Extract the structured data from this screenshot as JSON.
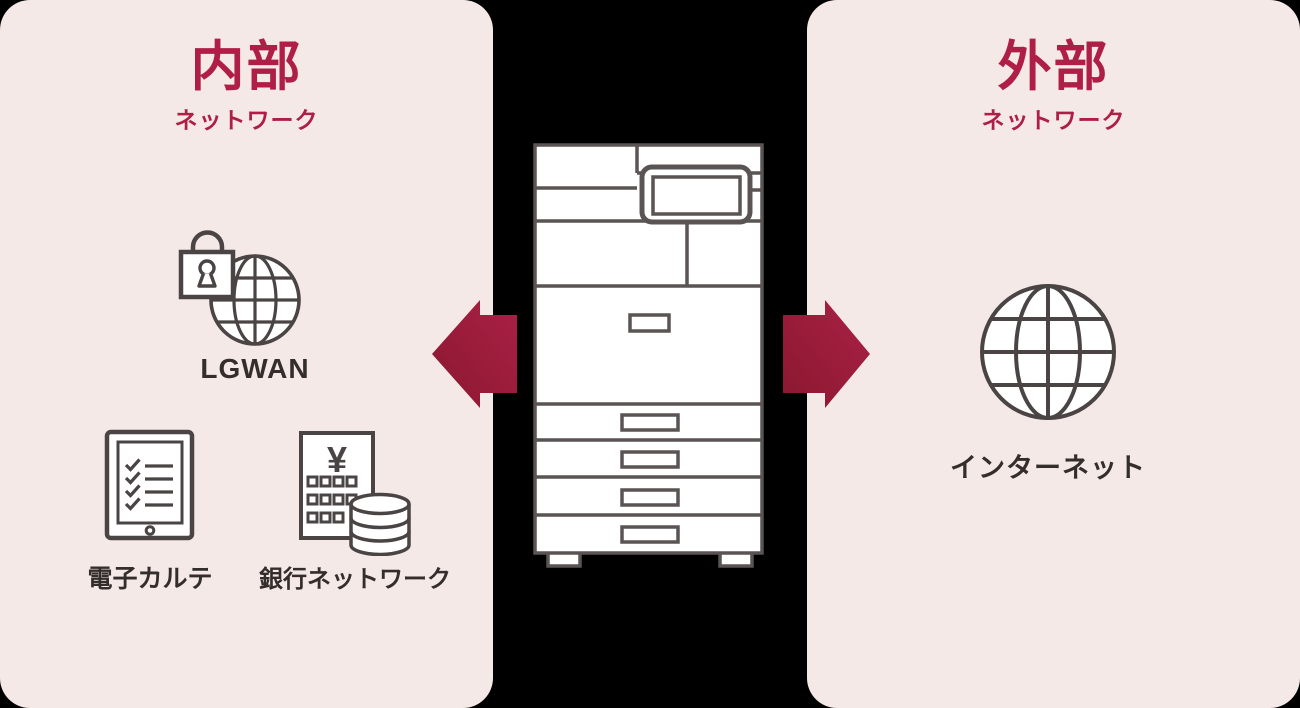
{
  "panels": {
    "internal": {
      "title": "内部",
      "subtitle": "ネットワーク",
      "items": [
        {
          "icon": "lock-globe-icon",
          "label": "LGWAN"
        },
        {
          "icon": "tablet-checklist-icon",
          "label": "電子カルテ"
        },
        {
          "icon": "bank-database-icon",
          "label": "銀行ネットワーク"
        }
      ]
    },
    "external": {
      "title": "外部",
      "subtitle": "ネットワーク",
      "items": [
        {
          "icon": "globe-icon",
          "label": "インターネット"
        }
      ]
    }
  },
  "center": {
    "illustration": "multifunction-printer",
    "arrows": [
      "left",
      "right"
    ]
  },
  "colors": {
    "panel_bg": "#f4e9e6",
    "accent_crimson": "#af1e47",
    "arrow_gradient_start": "#8a1830",
    "arrow_gradient_end": "#aa2045",
    "label_text": "#332d2b",
    "icon_stroke": "#4a4444",
    "device_stroke": "#5a5454",
    "background": "#000000"
  }
}
